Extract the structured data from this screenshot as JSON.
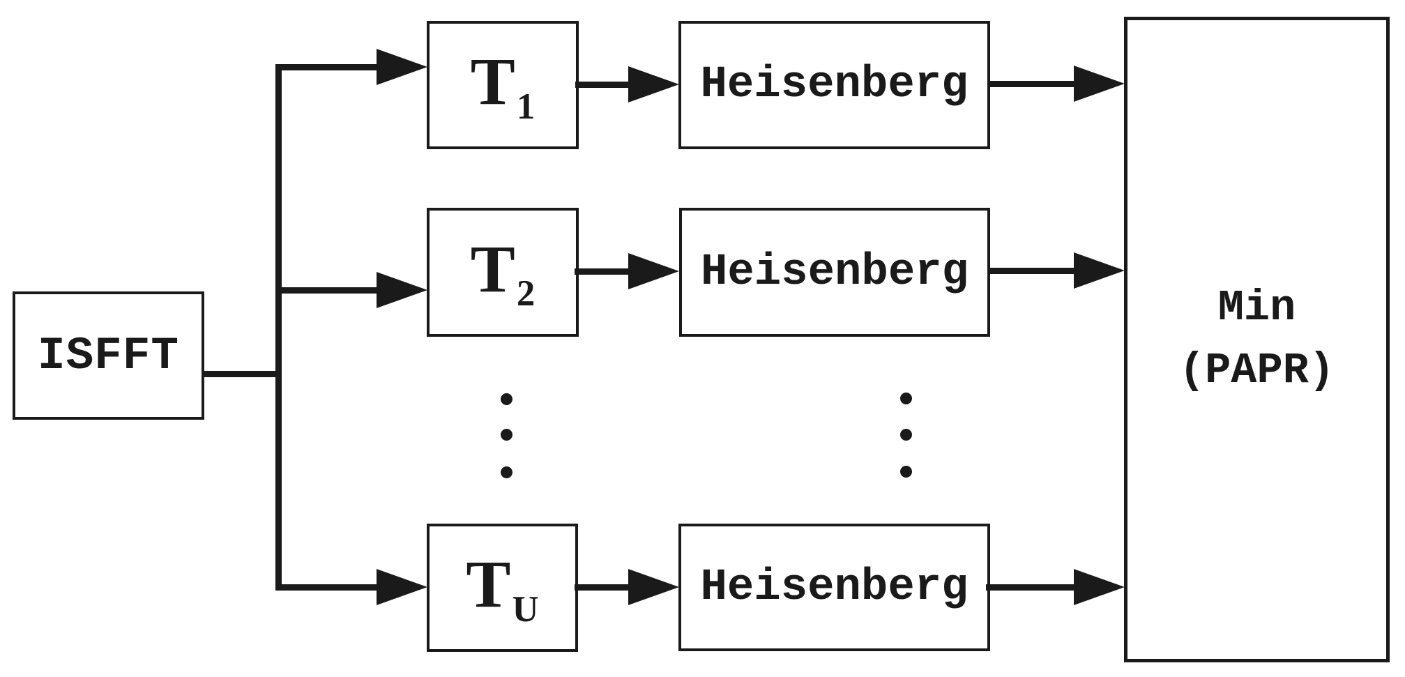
{
  "diagram": {
    "colors": {
      "ink": "#1a1a1a",
      "background": "#ffffff"
    },
    "isfft": {
      "label": "ISFFT"
    },
    "branches": [
      {
        "t_label": "T",
        "t_subscript": "1",
        "heisenberg_label": "Heisenberg"
      },
      {
        "t_label": "T",
        "t_subscript": "2",
        "heisenberg_label": "Heisenberg"
      },
      {
        "t_label": "T",
        "t_subscript": "U",
        "heisenberg_label": "Heisenberg"
      }
    ],
    "min": {
      "line1": "Min",
      "line2": "(PAPR)"
    }
  }
}
